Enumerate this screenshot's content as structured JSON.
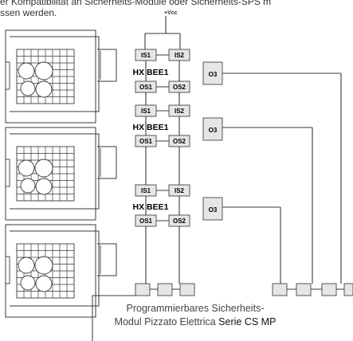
{
  "header": {
    "line1": "er Kompatibilität an Sicherheits-Module oder Sicherheits-SPS m",
    "line2": "ssen werden."
  },
  "supply_label": "+Vcc",
  "modules": [
    {
      "name": "HX BEE1",
      "in1": "IS1",
      "in2": "IS2",
      "out1": "OS1",
      "out2": "OS2",
      "out3": "O3"
    },
    {
      "name": "HX BEE1",
      "in1": "IS1",
      "in2": "IS2",
      "out1": "OS1",
      "out2": "OS2",
      "out3": "O3"
    },
    {
      "name": "HX BEE1",
      "in1": "IS1",
      "in2": "IS2",
      "out1": "OS1",
      "out2": "OS2",
      "out3": "O3"
    }
  ],
  "caption": {
    "line1": "Programmierbares Sicherheits-",
    "line2_prefix": "Modul Pizzato Elettrica ",
    "line2_series": "Serie CS MP"
  },
  "colors": {
    "line": "#3a3a3a",
    "box_fill": "#e6e6e6",
    "box_stroke": "#555555"
  }
}
